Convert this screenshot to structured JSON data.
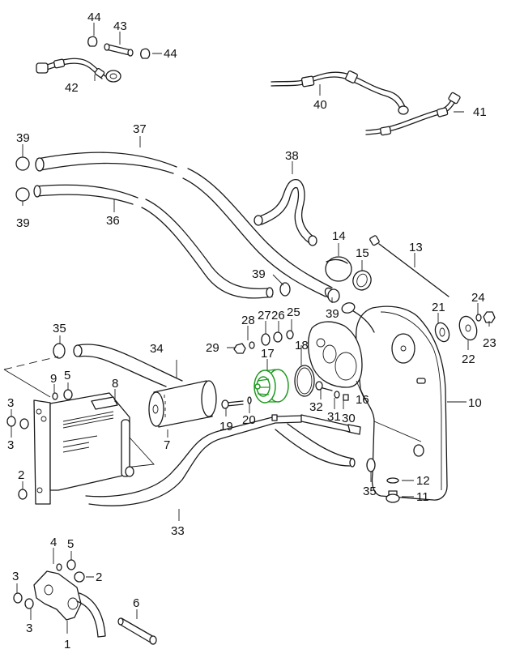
{
  "diagram": {
    "title": "Engine lubrication - oil tank, oil cooler, oil pump and lines",
    "highlight_color": "#1f9a1f",
    "selected_part": "17",
    "callouts": {
      "p1": "1",
      "p2a": "2",
      "p2b": "2",
      "p3a": "3",
      "p3b": "3",
      "p3c": "3",
      "p3d": "3",
      "p4": "4",
      "p5a": "5",
      "p5b": "5",
      "p6": "6",
      "p7": "7",
      "p8": "8",
      "p9": "9",
      "p10": "10",
      "p11": "11",
      "p12": "12",
      "p13": "13",
      "p14": "14",
      "p15": "15",
      "p16": "16",
      "p17": "17",
      "p18": "18",
      "p19": "19",
      "p20": "20",
      "p21": "21",
      "p22": "22",
      "p23": "23",
      "p24": "24",
      "p25": "25",
      "p26": "26",
      "p27": "27",
      "p28": "28",
      "p29": "29",
      "p30": "30",
      "p31": "31",
      "p32": "32",
      "p33": "33",
      "p34": "34",
      "p35a": "35",
      "p35b": "35",
      "p36": "36",
      "p37": "37",
      "p38": "38",
      "p39a": "39",
      "p39b": "39",
      "p39c": "39",
      "p39d": "39",
      "p40": "40",
      "p41": "41",
      "p42": "42",
      "p43": "43",
      "p44a": "44",
      "p44b": "44"
    }
  }
}
